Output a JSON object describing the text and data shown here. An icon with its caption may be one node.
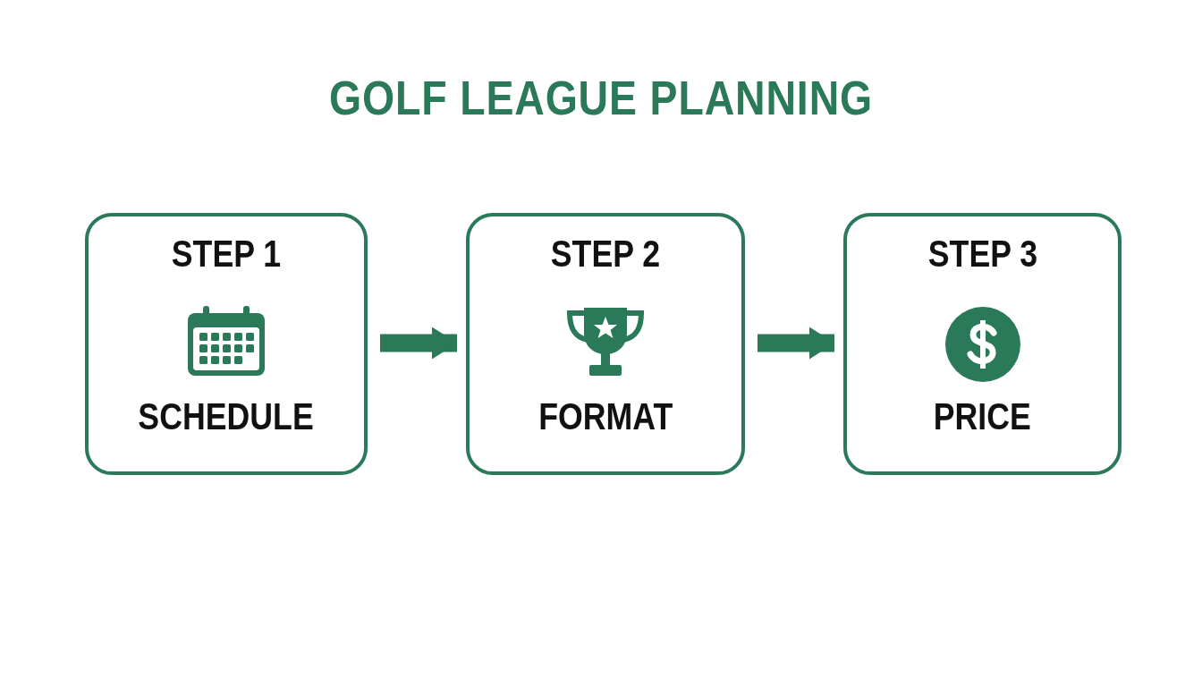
{
  "diagram": {
    "title": "GOLF LEAGUE PLANNING",
    "nodes": [
      {
        "text": [
          "STEP 1",
          "SCHEDULE"
        ]
      },
      {
        "text": [
          "STEP 2",
          "FORMAT"
        ]
      },
      {
        "text": [
          "STEP 3",
          "PRICE"
        ]
      }
    ],
    "edges": [
      {
        "from": 0,
        "to": 1,
        "arrow": "to"
      },
      {
        "from": 1,
        "to": 2,
        "arrow": "to"
      }
    ]
  }
}
